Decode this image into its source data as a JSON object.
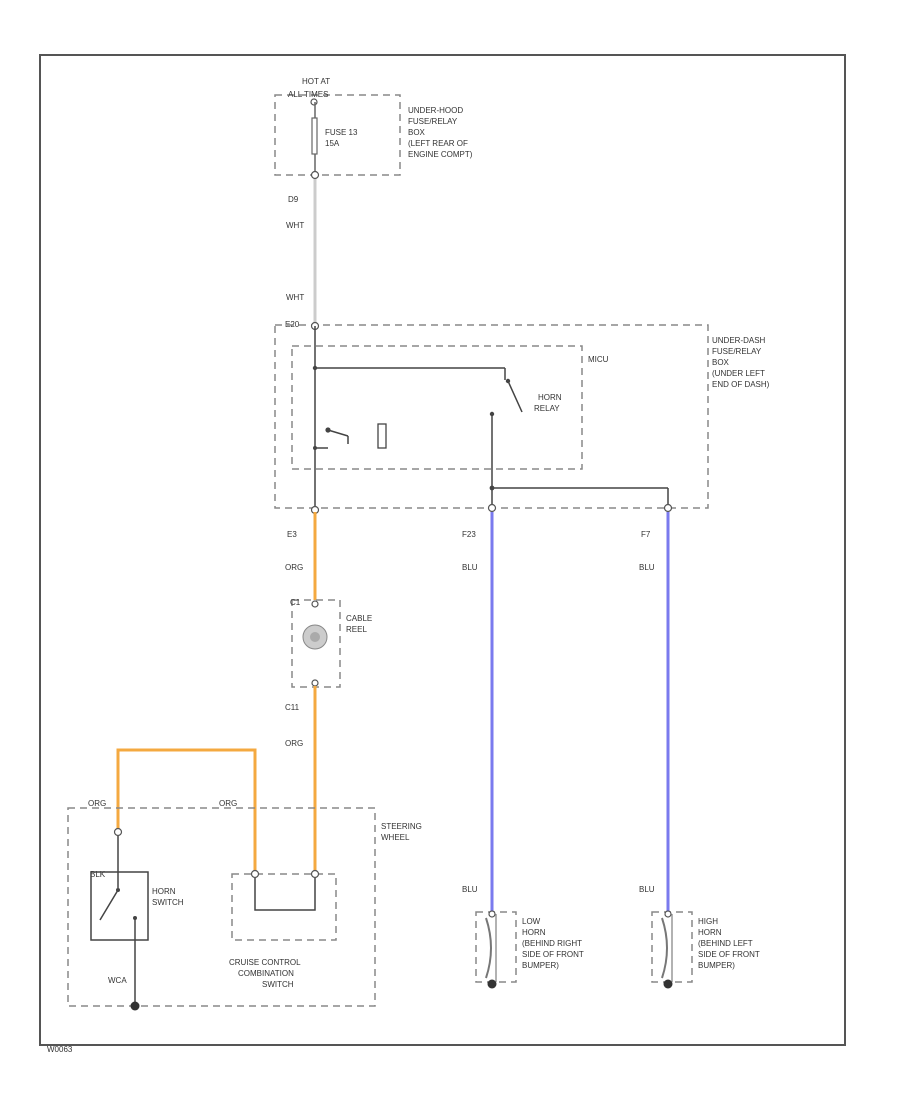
{
  "colors": {
    "white_wire": "#cccccc",
    "orange_wire": "#f4a940",
    "blue_wire": "#7a7aee",
    "line": "#444444",
    "frame": "#555555"
  },
  "fuse_box": {
    "hot_at": "HOT AT",
    "all_times": "ALL TIMES",
    "fuse": "FUSE 13",
    "amps": "15A",
    "desc": [
      "UNDER-HOOD",
      "FUSE/RELAY",
      "BOX",
      "(LEFT REAR OF",
      "ENGINE COMPT)"
    ]
  },
  "wires": {
    "d9": "D9",
    "wht1": "WHT",
    "wht2": "WHT",
    "e20": "E20",
    "e3": "E3",
    "org1": "ORG",
    "org2": "ORG",
    "f23": "F23",
    "f7": "F7",
    "blu_left_top": "BLU",
    "blu_right_top": "BLU",
    "blu_left_bottom": "BLU",
    "blu_right_bottom": "BLU",
    "c11": "C11",
    "org_left": "ORG",
    "org_mid": "ORG",
    "blk": "BLK",
    "wca": "WCA"
  },
  "under_dash": {
    "mcu": "MICU",
    "relay": [
      "HORN",
      "RELAY"
    ],
    "desc": [
      "UNDER-DASH",
      "FUSE/RELAY",
      "BOX",
      "(UNDER LEFT",
      "END OF DASH)"
    ]
  },
  "cable_reel": {
    "connector": "C1",
    "label": [
      "CABLE",
      "REEL"
    ]
  },
  "steering": {
    "label": [
      "STEERING",
      "WHEEL"
    ],
    "horn_switch": [
      "HORN",
      "SWITCH"
    ],
    "cruise": [
      "CRUISE CONTROL",
      "COMBINATION",
      "SWITCH"
    ]
  },
  "low_horn": [
    "LOW",
    "HORN",
    "(BEHIND RIGHT",
    "SIDE OF FRONT",
    "BUMPER)"
  ],
  "high_horn": [
    "HIGH",
    "HORN",
    "(BEHIND LEFT",
    "SIDE OF FRONT",
    "BUMPER)"
  ],
  "footer_code": "W0063"
}
